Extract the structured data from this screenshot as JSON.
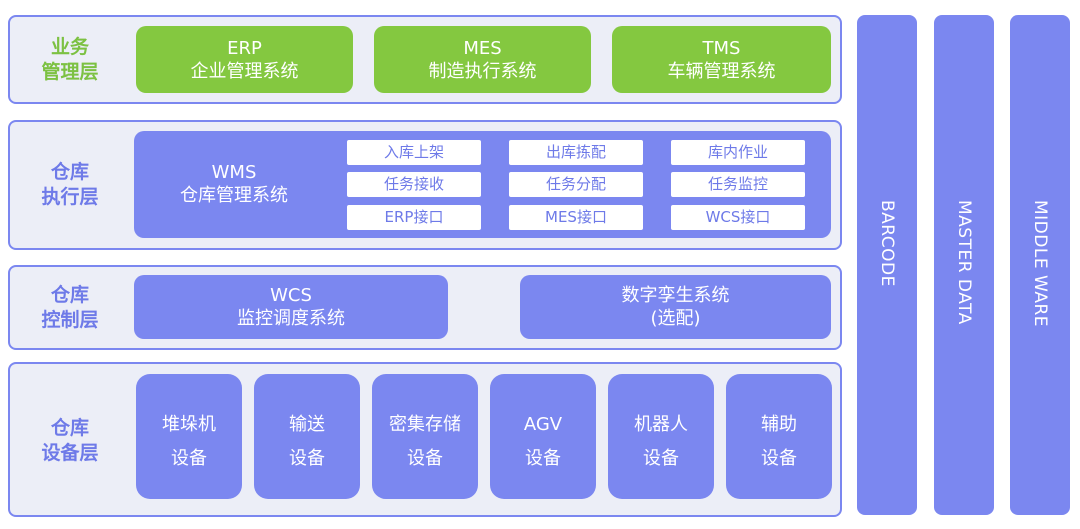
{
  "layers": {
    "business": {
      "label_line1": "业务",
      "label_line2": "管理层",
      "systems": [
        {
          "name": "ERP",
          "desc": "企业管理系统"
        },
        {
          "name": "MES",
          "desc": "制造执行系统"
        },
        {
          "name": "TMS",
          "desc": "车辆管理系统"
        }
      ]
    },
    "execution": {
      "label_line1": "仓库",
      "label_line2": "执行层",
      "wms": {
        "name": "WMS",
        "desc": "仓库管理系统"
      },
      "functions": [
        [
          "入库上架",
          "出库拣配",
          "库内作业"
        ],
        [
          "任务接收",
          "任务分配",
          "任务监控"
        ],
        [
          "ERP接口",
          "MES接口",
          "WCS接口"
        ]
      ]
    },
    "control": {
      "label_line1": "仓库",
      "label_line2": "控制层",
      "wcs": {
        "name": "WCS",
        "desc": "监控调度系统"
      },
      "twin": {
        "name": "数字孪生系统",
        "desc": "(选配)"
      }
    },
    "equipment": {
      "label_line1": "仓库",
      "label_line2": "设备层",
      "devices": [
        {
          "line1": "堆垛机",
          "line2": "设备"
        },
        {
          "line1": "输送",
          "line2": "设备"
        },
        {
          "line1": "密集存储",
          "line2": "设备"
        },
        {
          "line1": "AGV",
          "line2": "设备"
        },
        {
          "line1": "机器人",
          "line2": "设备"
        },
        {
          "line1": "辅助",
          "line2": "设备"
        }
      ]
    }
  },
  "columns": [
    "BARCODE",
    "MASTER DATA",
    "MIDDLE WARE"
  ],
  "colors": {
    "accent_blue": "#7b87f0",
    "accent_green": "#84c840",
    "label_blue": "#6e7ae8",
    "label_green": "#7cc142",
    "layer_bg": "#eceef7"
  }
}
